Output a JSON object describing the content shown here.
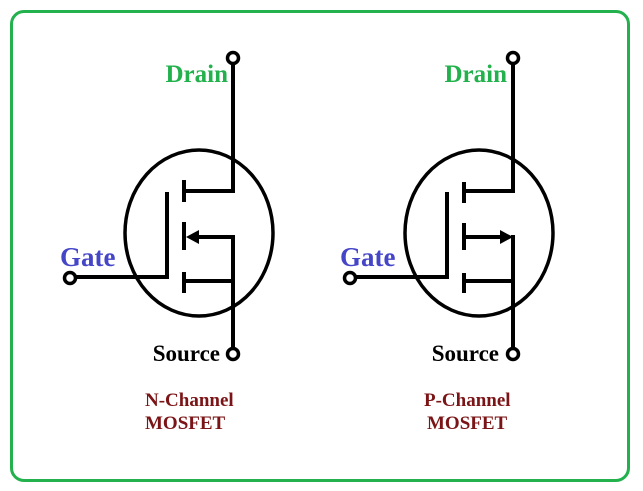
{
  "colors": {
    "border": "#22b14c",
    "drain_label": "#22b14c",
    "gate_label": "#4545c8",
    "source_label": "#000000",
    "caption": "#7b1416",
    "wire": "#000000"
  },
  "transistors": [
    {
      "type": "N-Channel",
      "arrow_direction": "inward",
      "labels": {
        "drain": "Drain",
        "gate": "Gate",
        "source": "Source"
      },
      "caption": [
        "N-Channel",
        "MOSFET"
      ]
    },
    {
      "type": "P-Channel",
      "arrow_direction": "outward",
      "labels": {
        "drain": "Drain",
        "gate": "Gate",
        "source": "Source"
      },
      "caption": [
        "P-Channel",
        "MOSFET"
      ]
    }
  ]
}
